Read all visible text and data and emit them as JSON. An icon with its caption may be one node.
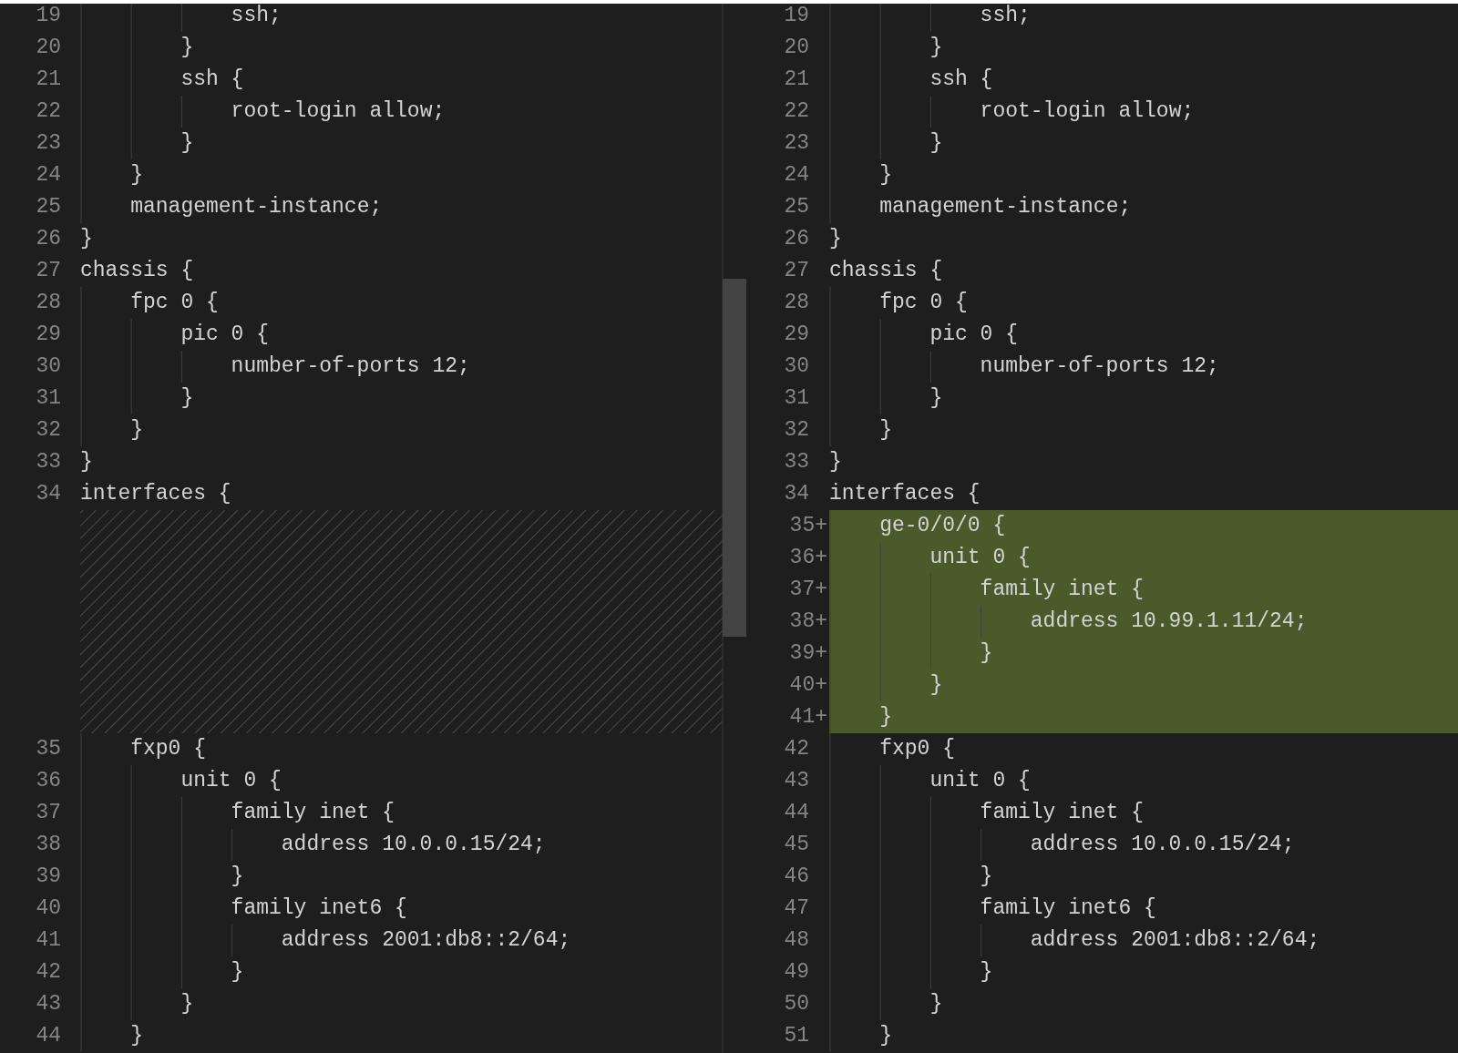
{
  "diagram": {
    "nodes": [
      {
        "text": [],
        "shape": "box"
      }
    ],
    "labels": [
      "19",
      "ssh;",
      "19",
      "ssh;",
      "20",
      "}",
      "20",
      "}",
      "21",
      "ssh {",
      "21",
      "ssh {",
      "22",
      "root-login allow;",
      "22",
      "root-login allow;",
      "23",
      "}",
      "23",
      "}",
      "24",
      "}",
      "24",
      "}",
      "25",
      "management-instance;",
      "25",
      "management-instance;",
      "26",
      "}",
      "26",
      "}",
      "27",
      "chassis {",
      "27",
      "chassis {",
      "28",
      "fpc 0 {",
      "28",
      "fpc 0 {",
      "29",
      "pic 0 {",
      "29",
      "pic 0 {",
      "30",
      "number-of-ports 12;",
      "30",
      "number-of-ports 12;",
      "31",
      "}",
      "31",
      "}",
      "32",
      "}",
      "32",
      "}",
      "33",
      "}",
      "33",
      "}",
      "34",
      "interfaces {",
      "34",
      "interfaces {",
      "35+",
      "ge-0/0/0 {",
      "36+",
      "unit 0 {",
      "37+",
      "family inet {",
      "38+",
      "address 10.99.1.11/24;",
      "39+",
      "}",
      "40+",
      "}",
      "41+",
      "}",
      "35",
      "fxp0 {",
      "42",
      "fxp0 {",
      "36",
      "unit 0 {",
      "43",
      "unit 0 {",
      "37",
      "family inet {",
      "44",
      "family inet {",
      "38",
      "address 10.0.0.15/24;",
      "45",
      "address 10.0.0.15/24;",
      "39",
      "}",
      "46",
      "}",
      "40",
      "family inet6 {",
      "47",
      "family inet6 {",
      "41",
      "address 2001:db8::2/64;",
      "48",
      "address 2001:db8::2/64;",
      "42",
      "}",
      "49",
      "}",
      "43",
      "}",
      "50",
      "}",
      "44",
      "}",
      "51",
      "}"
    ]
  }
}
